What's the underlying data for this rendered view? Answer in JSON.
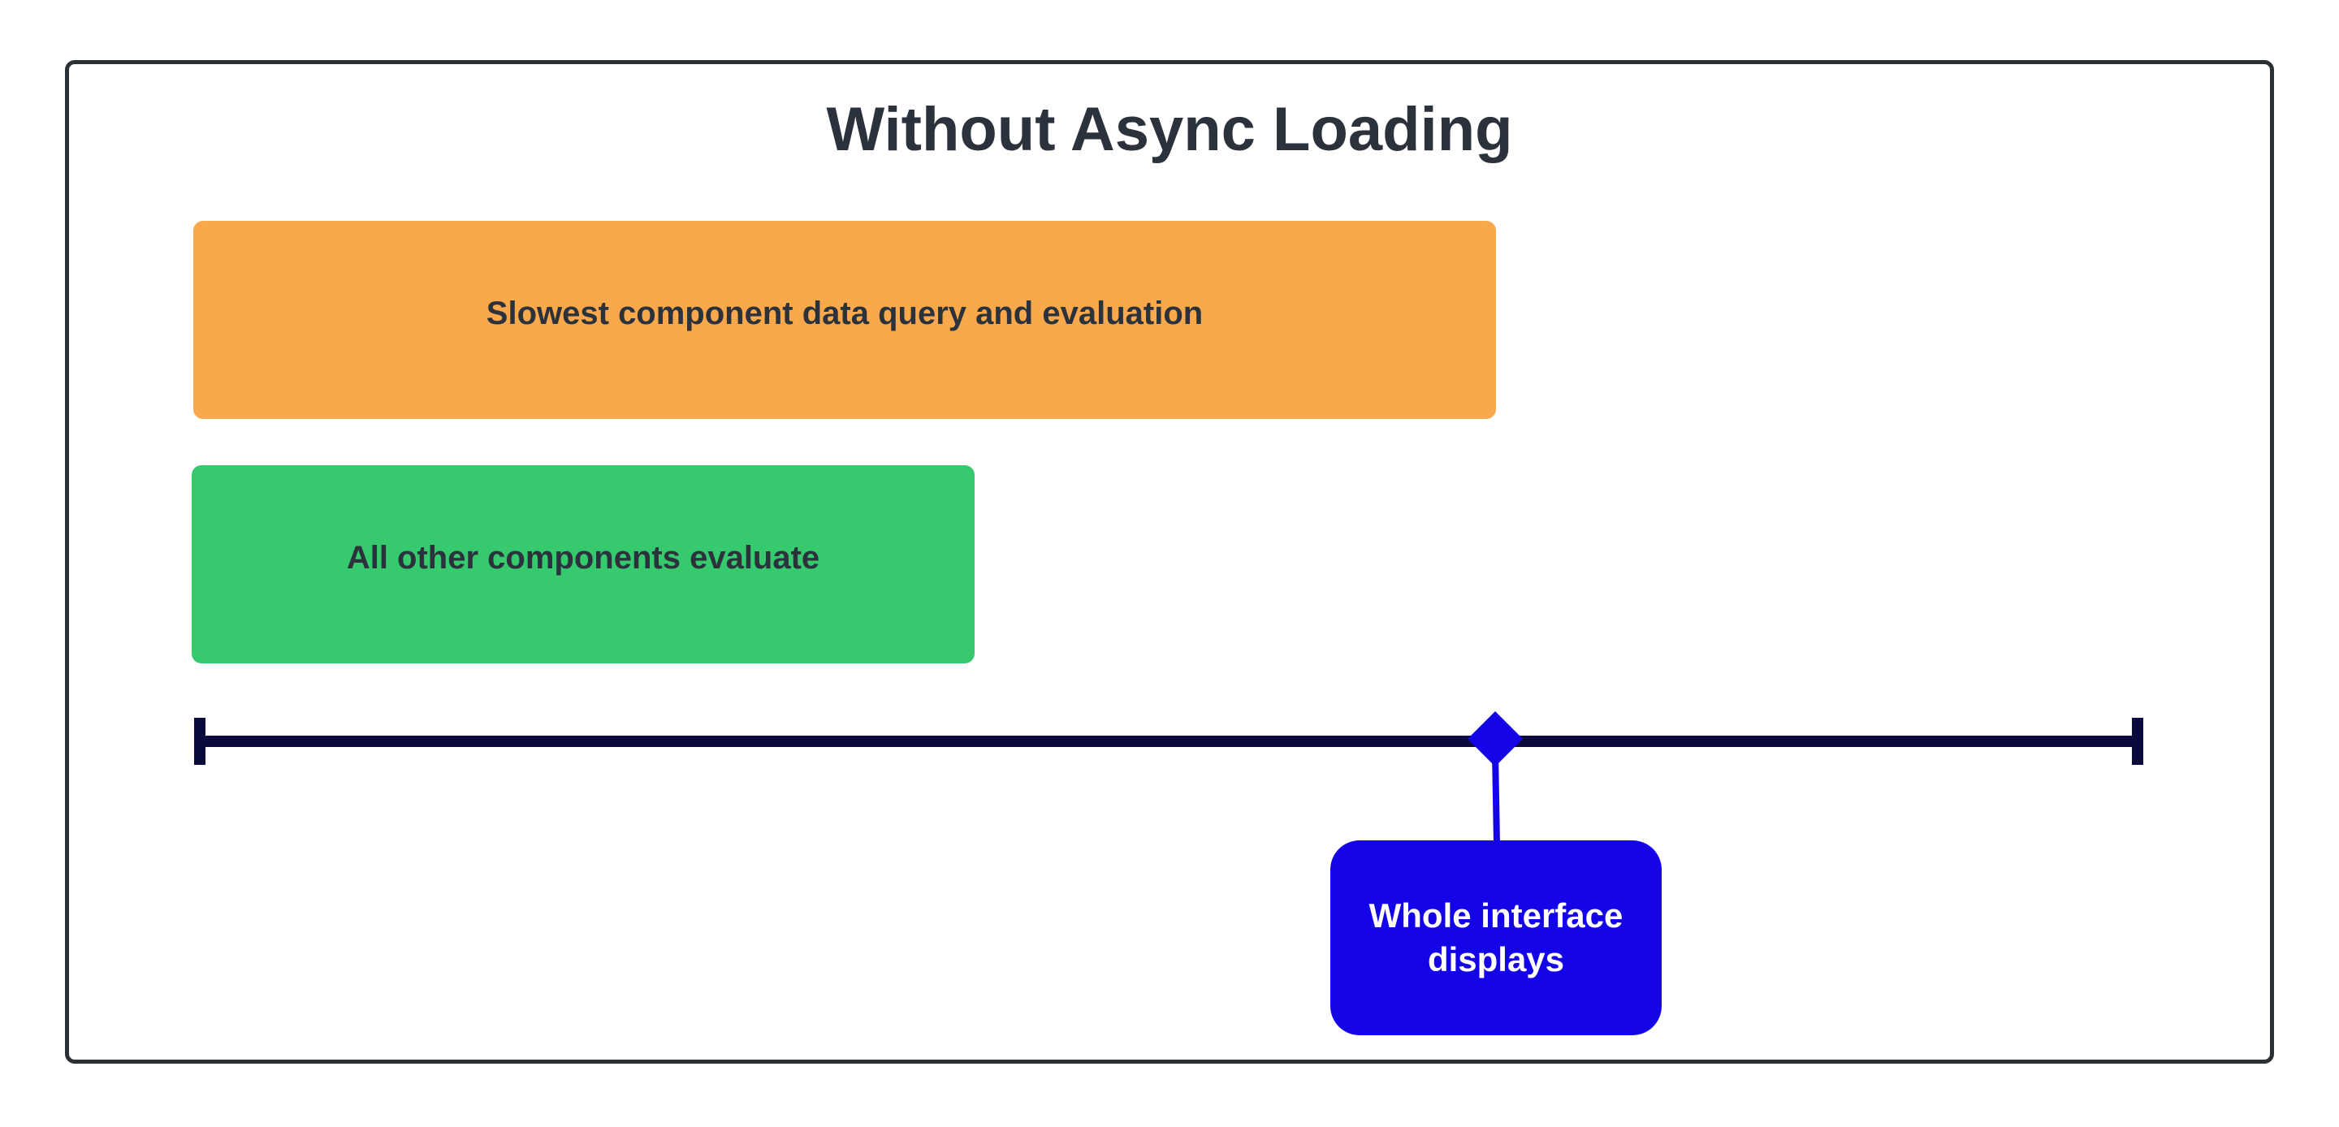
{
  "title": "Without Async Loading",
  "bars": {
    "slowest": {
      "label": "Slowest component data query and evaluation",
      "color": "#f9a94b"
    },
    "others": {
      "label": "All other components evaluate",
      "color": "#36c96e"
    }
  },
  "timeline": {
    "line_color": "#0a0a3c"
  },
  "milestone": {
    "label": "Whole interface\ndisplays",
    "color": "#1503e8",
    "icon": "diamond-marker-icon"
  }
}
